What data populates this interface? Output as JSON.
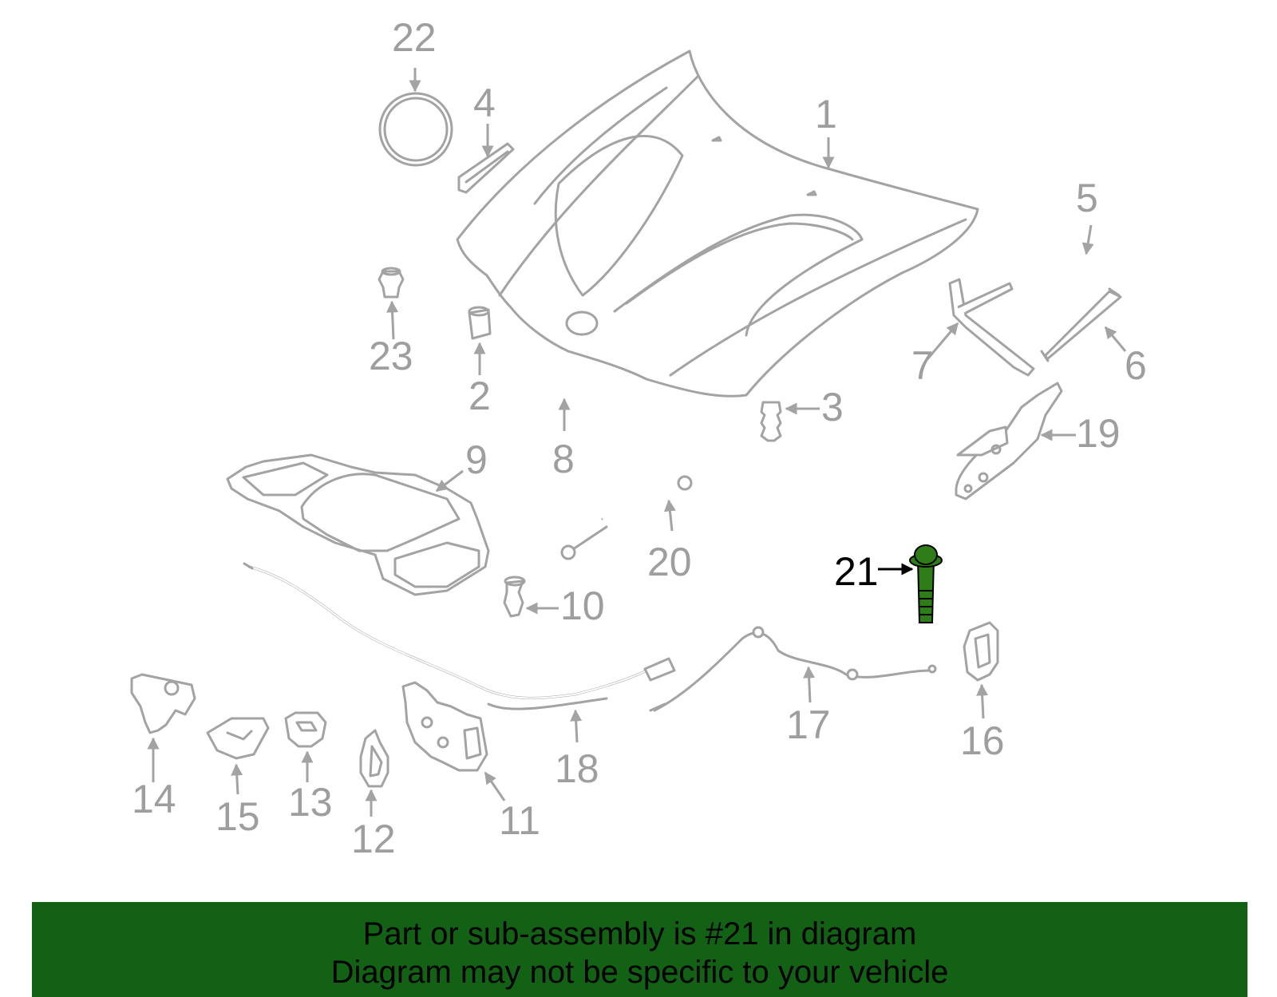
{
  "colors": {
    "part_stroke": "#a3a3a3",
    "callout_text": "#9e9e9e",
    "highlight_part": "#2e7d18",
    "highlight_text": "#000000",
    "banner_bg": "#136114"
  },
  "callouts": {
    "c1": "1",
    "c2": "2",
    "c3": "3",
    "c4": "4",
    "c5": "5",
    "c6": "6",
    "c7": "7",
    "c8": "8",
    "c9": "9",
    "c10": "10",
    "c11": "11",
    "c12": "12",
    "c13": "13",
    "c14": "14",
    "c15": "15",
    "c16": "16",
    "c17": "17",
    "c18": "18",
    "c19": "19",
    "c20": "20",
    "c21": "21",
    "c22": "22",
    "c23": "23"
  },
  "highlighted_part": "21",
  "banner": {
    "line1": "Part or sub-assembly is #21 in diagram",
    "line2": "Diagram may not be specific to your vehicle"
  }
}
